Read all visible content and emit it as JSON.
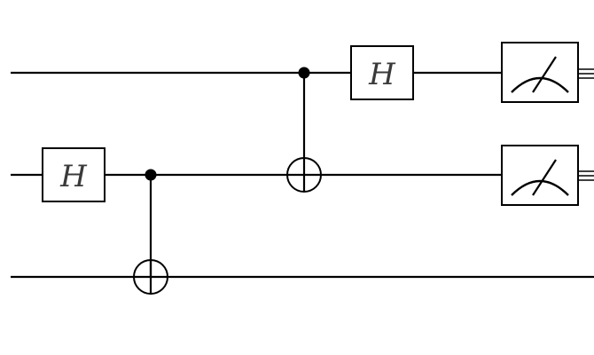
{
  "qubits": 3,
  "gates": [
    {
      "type": "single",
      "label": "H",
      "qubit": 1,
      "step": 0
    },
    {
      "type": "cnot",
      "control": 1,
      "target": 2,
      "step": 1
    },
    {
      "type": "cnot",
      "control": 0,
      "target": 1,
      "step": 2
    },
    {
      "type": "single",
      "label": "H",
      "qubit": 0,
      "step": 3
    },
    {
      "type": "measure",
      "qubit": 0,
      "step": 4
    },
    {
      "type": "measure",
      "qubit": 1,
      "step": 4
    }
  ],
  "colors": {
    "line": "#000000",
    "label": "#3a3a3a",
    "background": "#ffffff"
  }
}
